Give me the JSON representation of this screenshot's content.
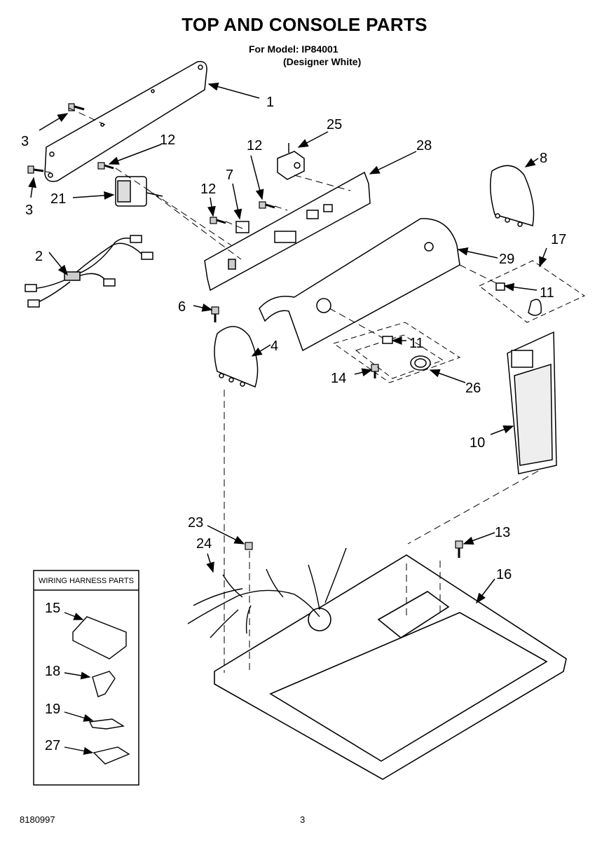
{
  "header": {
    "title": "TOP AND CONSOLE PARTS",
    "model_line": "For Model: IP84001",
    "variant_line": "(Designer White)"
  },
  "callouts": {
    "c1": "1",
    "c2": "2",
    "c3a": "3",
    "c3b": "3",
    "c4": "4",
    "c6": "6",
    "c7": "7",
    "c8": "8",
    "c10": "10",
    "c11a": "11",
    "c11b": "11",
    "c12a": "12",
    "c12b": "12",
    "c12c": "12",
    "c13": "13",
    "c14": "14",
    "c16": "16",
    "c17": "17",
    "c21": "21",
    "c23": "23",
    "c24": "24",
    "c25": "25",
    "c26": "26",
    "c28": "28",
    "c29": "29"
  },
  "harness_box": {
    "title": "WIRING HARNESS PARTS",
    "items": [
      "15",
      "18",
      "19",
      "27"
    ]
  },
  "footer": {
    "doc_number": "8180997",
    "page_number": "3"
  }
}
